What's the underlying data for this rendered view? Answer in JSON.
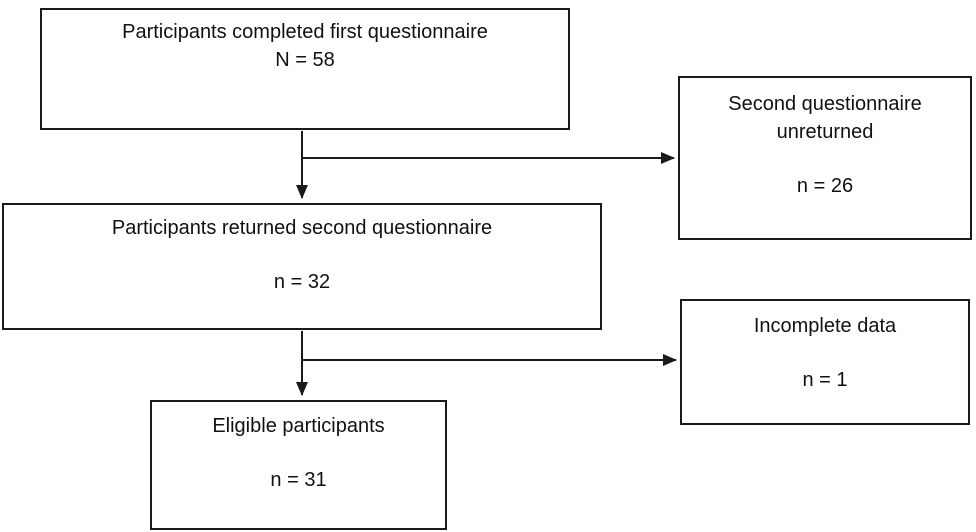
{
  "figure": {
    "type": "participant-flow-diagram",
    "line_color": "#1a1a1a",
    "box_background": "#ffffff",
    "boxes": [
      {
        "id": "first-questionnaire",
        "title": "Participants completed first questionnaire",
        "count": "N = 58"
      },
      {
        "id": "second-unreturned",
        "title": "Second questionnaire unreturned",
        "count": "n = 26"
      },
      {
        "id": "returned-second",
        "title": "Participants returned second questionnaire",
        "count": "n = 32"
      },
      {
        "id": "incomplete-data",
        "title": "Incomplete data",
        "count": "n = 1"
      },
      {
        "id": "eligible-participants",
        "title": "Eligible participants",
        "count": "n = 31"
      }
    ]
  }
}
